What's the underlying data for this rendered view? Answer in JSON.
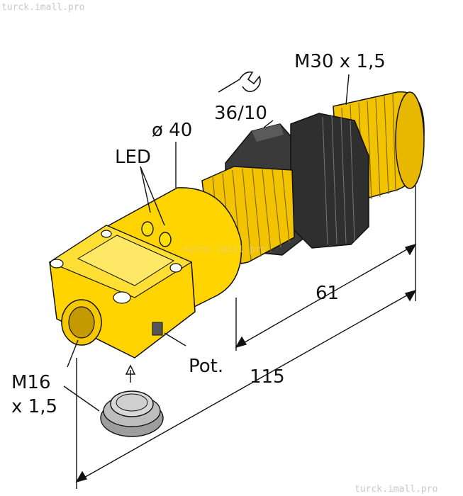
{
  "watermarks": {
    "top_left": "turck.imall.pro",
    "center": "turck.imall.pro",
    "bottom_right": "turck.imall.pro"
  },
  "labels": {
    "thread_front": "M30 x 1,5",
    "wrench_size": "36/10",
    "diameter": "ø 40",
    "led": "LED",
    "dim_length_short": "61",
    "dim_length_total": "115",
    "pot": "Pot.",
    "connector_thread_line1": "M16",
    "connector_thread_line2": "x 1,5"
  },
  "icons": {
    "wrench": "wrench-icon",
    "plug": "sealing-plug-icon"
  },
  "colors": {
    "housing_yellow": "#ffd400",
    "thread_yellow": "#f2c400",
    "nut_dark": "#3a3a3a",
    "plug_gray": "#bdbdbd"
  }
}
